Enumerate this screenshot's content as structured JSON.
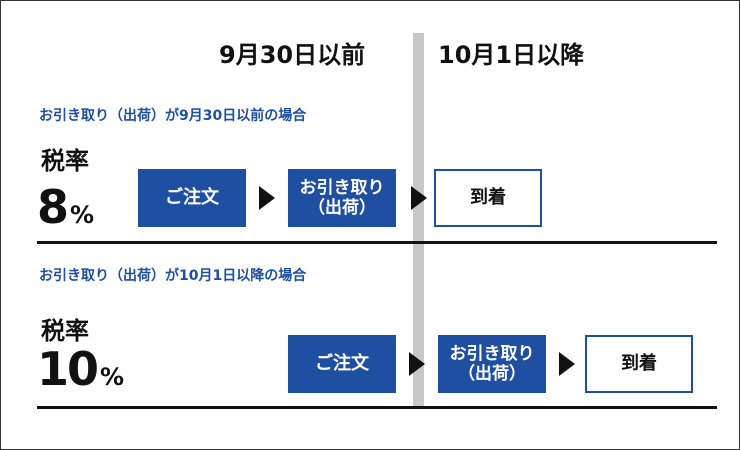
{
  "columns": {
    "before": "9月30日以前",
    "after": "10月1日以降"
  },
  "cases": [
    {
      "label": "お引き取り（出荷）が9月30日以前の場合",
      "rate_label": "税率",
      "rate_number": "8",
      "rate_unit": "%",
      "steps": [
        "ご注文",
        "お引き取り\n（出荷）",
        "到着"
      ]
    },
    {
      "label": "お引き取り（出荷）が10月1日以降の場合",
      "rate_label": "税率",
      "rate_number": "10",
      "rate_unit": "%",
      "steps": [
        "ご注文",
        "お引き取り\n（出荷）",
        "到着"
      ]
    }
  ],
  "colors": {
    "accent": "#1f4fa0",
    "divider": "#c8c8c8",
    "text": "#111111"
  }
}
